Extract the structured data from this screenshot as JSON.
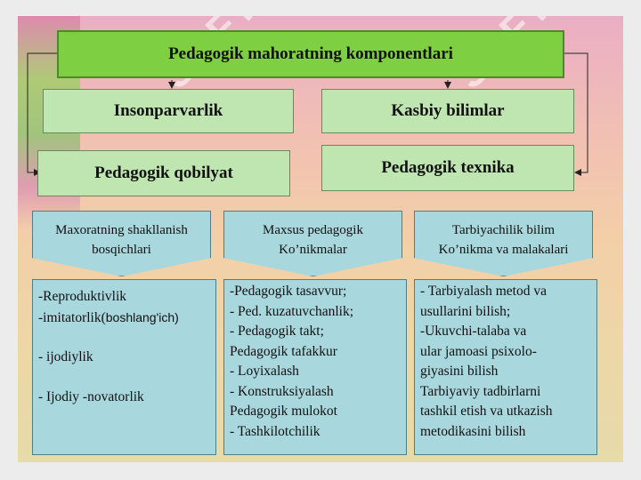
{
  "title": "Pedagogik mahoratning komponentlari",
  "components": {
    "insonparvarlik": "Insonparvarlik",
    "kasbiy_bilimlar": "Kasbiy bilimlar",
    "pedagogik_qobilyat": "Pedagogik qobilyat",
    "pedagogik_texnika": "Pedagogik texnika"
  },
  "columns": [
    {
      "header_line1": "Maxoratning shakllanish",
      "header_line2": "bosqichlari",
      "items": [
        "-Reproduktivlik",
        "-imitatorlik(",
        "boshlang'ich)",
        "- ijodiylik",
        "- Ijodiy -novatorlik"
      ]
    },
    {
      "header_line1": "Maxsus  pedagogik",
      "header_line2": "Ko’nikmalar",
      "items": [
        "-Pedagogik tasavvur;",
        "- Ped.  kuzatuvchanlik;",
        "- Pedagogik takt;",
        " Pedagogik tafakkur",
        "- Loyixalash",
        "- Konstruksiyalash",
        " Pedagogik mulokot",
        "- Tashkilotchilik"
      ]
    },
    {
      "header_line1": "Tarbiyachilik bilim",
      "header_line2": "Ko’nikma va malakalari",
      "items": [
        "- Tarbiyalash metod va",
        " usullarini bilish;",
        "-Ukuvchi-talaba  va",
        " ular jamoasi  psixolo-",
        " giyasini bilish",
        "Tarbiyaviy tadbirlarni",
        "tashkil etish va utkazish",
        " metodikasini bilish"
      ]
    }
  ],
  "watermark": "SOFT"
}
